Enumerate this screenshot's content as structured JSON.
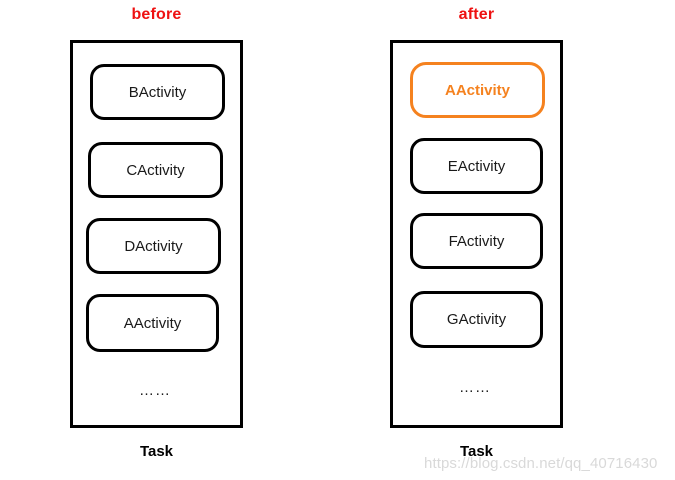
{
  "panels": [
    {
      "id": "before",
      "title": "before",
      "title_color": "#ee1111",
      "caption": "Task",
      "ellipsis": "……",
      "boxes": [
        {
          "label": "BActivity",
          "highlighted": false
        },
        {
          "label": "CActivity",
          "highlighted": false
        },
        {
          "label": "DActivity",
          "highlighted": false
        },
        {
          "label": "AActivity",
          "highlighted": false
        }
      ]
    },
    {
      "id": "after",
      "title": "after",
      "title_color": "#ee1111",
      "caption": "Task",
      "ellipsis": "……",
      "boxes": [
        {
          "label": "AActivity",
          "highlighted": true
        },
        {
          "label": "EActivity",
          "highlighted": false
        },
        {
          "label": "FActivity",
          "highlighted": false
        },
        {
          "label": "GActivity",
          "highlighted": false
        }
      ]
    }
  ],
  "colors": {
    "highlight": "#f5821f",
    "outline": "#000000",
    "title": "#ee1111",
    "watermark": "#d9d9d9"
  },
  "watermark": "https://blog.csdn.net/qq_40716430"
}
